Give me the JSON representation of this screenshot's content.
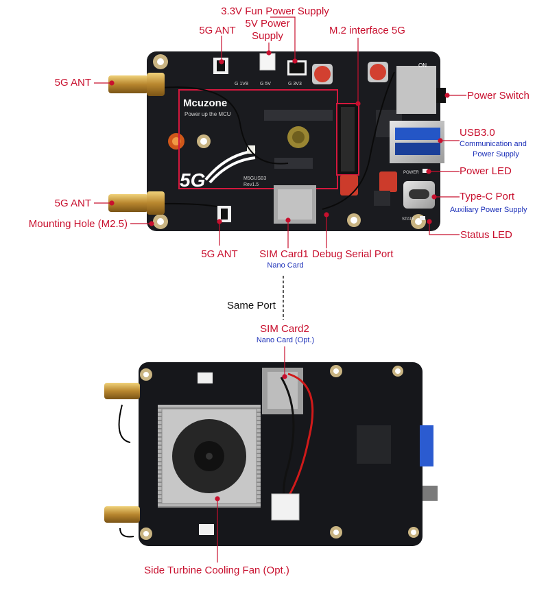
{
  "labels": {
    "fan_power": "3.3V Fun Power Supply",
    "five_v_power_line1": "5V Power",
    "five_v_power_line2": "Supply",
    "m2_interface": "M.2 interface 5G",
    "ant_top": "5G ANT",
    "ant_left_top": "5G ANT",
    "ant_left_bottom": "5G ANT",
    "ant_bottom": "5G ANT",
    "mounting_hole": "Mounting Hole (M2.5)",
    "power_switch": "Power Switch",
    "usb3": "USB3.0",
    "usb3_sub_line1": "Communication and",
    "usb3_sub_line2": "Power Supply",
    "power_led": "Power LED",
    "type_c": "Type-C Port",
    "type_c_sub": "Auxiliary Power Supply",
    "status_led": "Status LED",
    "sim1": "SIM Card1",
    "sim1_sub": "Nano Card",
    "debug_serial": "Debug Serial Port",
    "same_port": "Same Port",
    "sim2": "SIM Card2",
    "sim2_sub": "Nano Card (Opt.)",
    "cooling_fan": "Side Turbine Cooling Fan (Opt.)"
  },
  "board_top": {
    "brand": "Mcuzone",
    "tagline": "Power up the MCU",
    "logo_5g": "5G",
    "model": "M5GUSB3",
    "revision": "Rev1.5",
    "switch_on": "ON",
    "power_silk": "POWER",
    "state_silk": "STATE",
    "silk_fan": "G 1V8",
    "silk_5v": "G 5V",
    "silk_3v3": "G 3V3"
  },
  "colors": {
    "callout": "#c8102e",
    "subtext": "#1b2fb8",
    "pcb": "#1a1b1f",
    "highlight_box": "#d4183d"
  }
}
